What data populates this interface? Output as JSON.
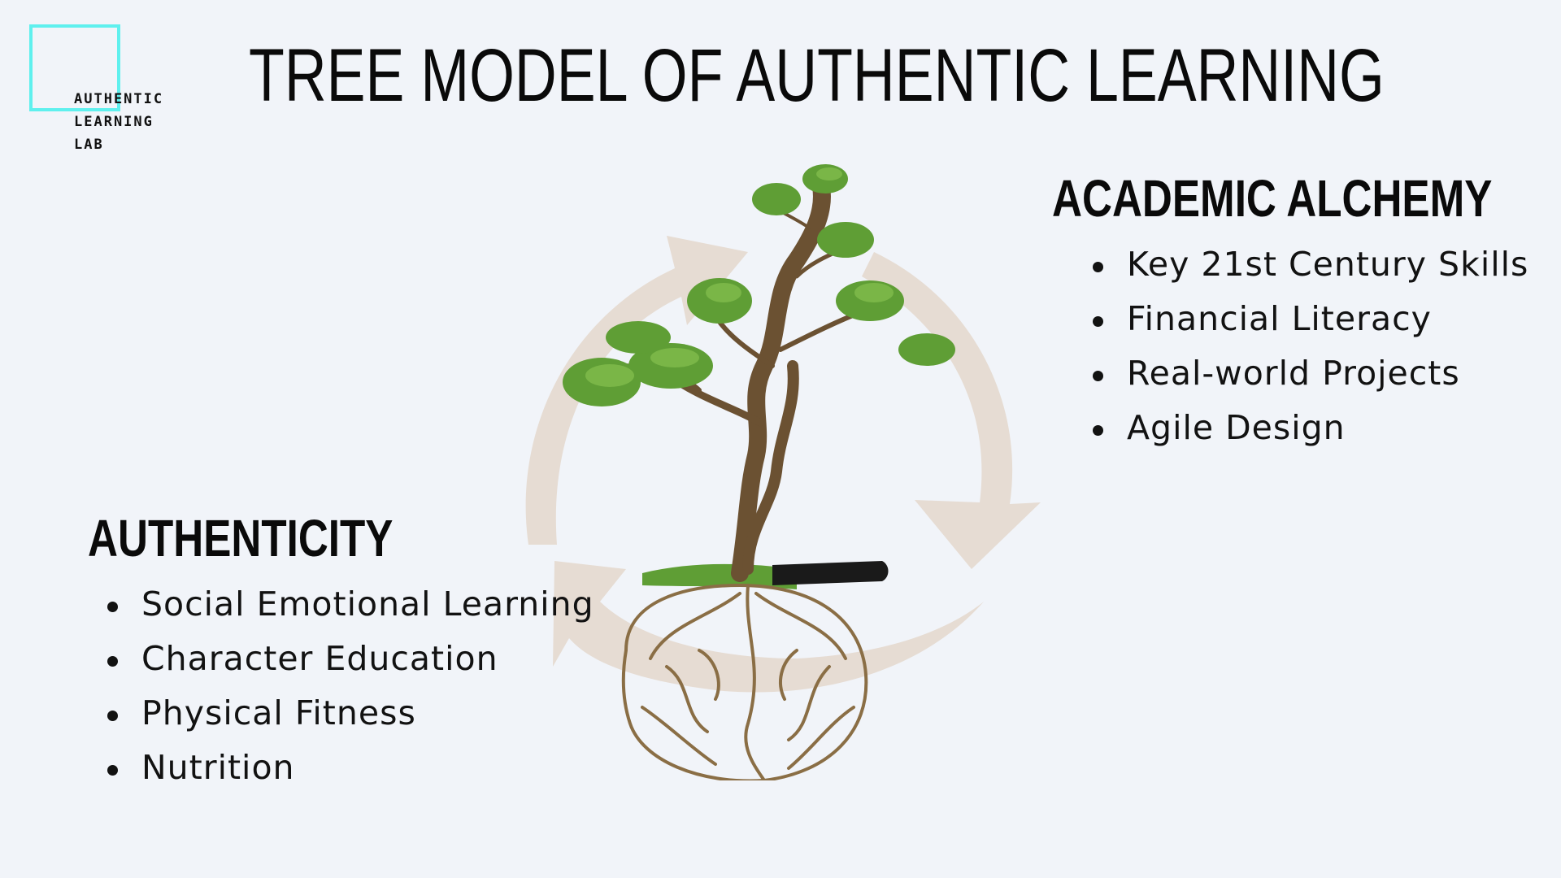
{
  "logo": {
    "lines": [
      "AUTHENTIC",
      "LEARNING",
      "LAB"
    ],
    "accent_color": "#5ff0ee"
  },
  "title": "TREE MODEL OF AUTHENTIC LEARNING",
  "academic": {
    "heading": "ACADEMIC ALCHEMY",
    "items": [
      "Key 21st Century Skills",
      "Financial Literacy",
      "Real-world Projects",
      "Agile Design"
    ]
  },
  "authenticity": {
    "heading": "AUTHENTICITY",
    "items": [
      "Social Emotional Learning",
      "Character Education",
      "Physical Fitness",
      "Nutrition"
    ]
  },
  "illustration": {
    "icon": "tree-with-brain-roots",
    "cycle_arrow_color": "#e6dcd3",
    "foliage_color": "#5f9e35",
    "trunk_color": "#6b5132",
    "root_color": "#8a6e45"
  }
}
